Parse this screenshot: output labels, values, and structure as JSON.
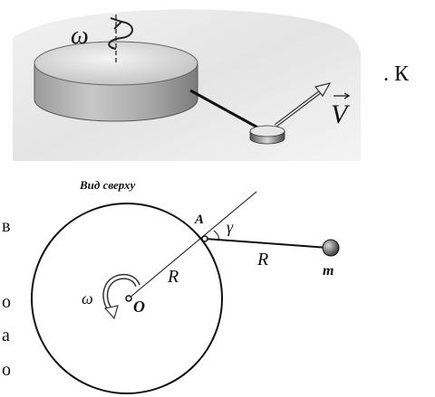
{
  "top_figure": {
    "omega": "ω",
    "velocity": "V",
    "trailing_text": ". К"
  },
  "bottom_figure": {
    "caption": "Вид сверху",
    "point_a": "A",
    "angle": "γ",
    "radius_inner": "R",
    "radius_rope": "R",
    "mass": "m",
    "omega": "ω",
    "center": "O"
  },
  "side_text_fragments": [
    "в",
    "о",
    "а",
    "о"
  ],
  "colors": {
    "panel_bg": "#e9e9e9",
    "disk_light": "#d6d6d6",
    "disk_dark": "#8c8c8c",
    "ink": "#111111"
  }
}
